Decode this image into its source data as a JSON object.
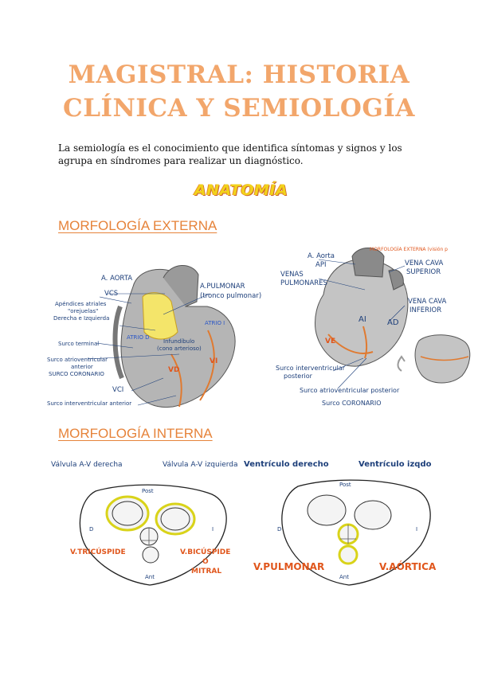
{
  "title_line1": "MAGISTRAL: HISTORIA",
  "title_line2": "CLÍNICA Y SEMIOLOGÍA",
  "intro": "La semiología es el conocimiento que identifica síntomas y signos y los agrupa en síndromes para realizar un diagnóstico.",
  "anatomy_heading": "ANATOMÍA",
  "external": {
    "heading": "MORFOLOGÍA EXTERNA",
    "fig1_labels": {
      "aorta": "A. AORTA",
      "pulmonar": "A.PULMONAR",
      "tronco": "(tronco pulmonar)",
      "vcs": "VCS",
      "apendices1": "Apéndices atriales",
      "apendices2": "\"orejuelas\"",
      "apendices3": "Derecha e Izquierda",
      "atrio_i": "ATRIO I",
      "atrio_d": "ATRIO D",
      "infundibulo1": "Infundíbulo",
      "infundibulo2": "(cono arterioso)",
      "surco_terminal": "Surco terminal",
      "surco_av1": "Surco atrioventricular",
      "surco_av2": "anterior",
      "surco_coronario": "SURCO CORONARIO",
      "vd": "VD",
      "vi": "VI",
      "vci": "VCI",
      "surco_iv_ant": "Surco interventricular anterior"
    },
    "fig2_labels": {
      "top_note": "MORFOLOGÍA EXTERNA (visión p",
      "aorta": "A. Aorta",
      "api": "API",
      "venas1": "VENAS",
      "venas2": "PULMONARES",
      "vcs1": "VENA CAVA",
      "vcs2": "SUPERIOR",
      "vci1": "VENA CAVA",
      "vci2": "INFERIOR",
      "ai": "AI",
      "ad": "AD",
      "ve": "VE",
      "surco_iv1": "Surco interventricular",
      "surco_iv2": "posterior",
      "surco_avp": "Surco atrioventricular posterior",
      "surco_cor": "Surco CORONARIO"
    }
  },
  "internal": {
    "heading": "MORFOLOGÍA INTERNA",
    "fig3_labels": {
      "vav_d": "Válvula A-V derecha",
      "vav_i": "Válvula A-V izquierda",
      "post": "Post",
      "d": "D",
      "i": "I",
      "ant": "Ant",
      "tricuspide": "V.TRICÚSPIDE",
      "bicuspide": "V.BICÚSPIDE",
      "o": "O",
      "mitral": "MITRAL"
    },
    "fig4_labels": {
      "vent_d": "Ventrículo derecho",
      "vent_i": "Ventrículo izqdo",
      "post": "Post",
      "d": "D",
      "i": "I",
      "ant": "Ant",
      "pulmonar": "V.PULMONAR",
      "aortica": "V.AÓRTICA"
    }
  },
  "colors": {
    "title": "#f2a66b",
    "heading": "#e6833a",
    "accent": "#e0561c",
    "label": "#1d3f7a"
  }
}
